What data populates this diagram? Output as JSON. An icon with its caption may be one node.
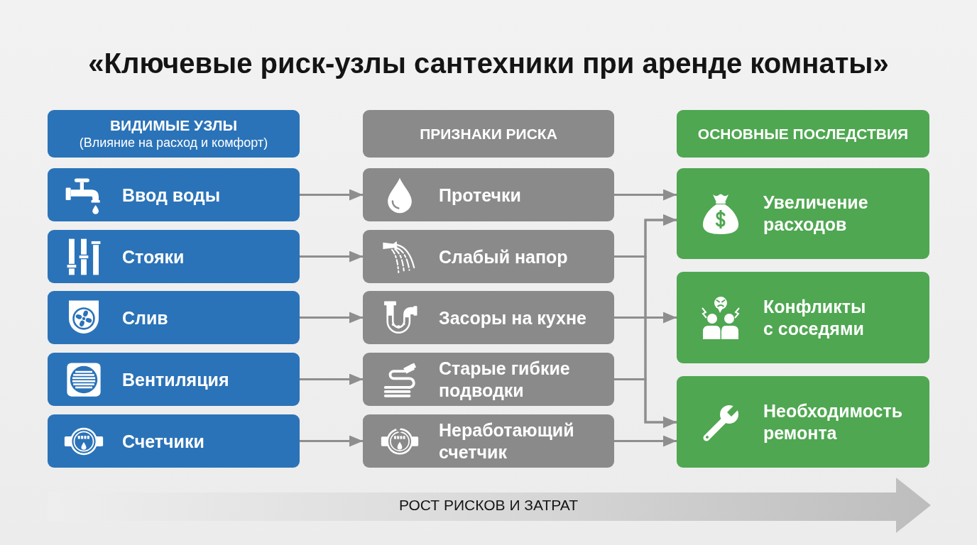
{
  "diagram": {
    "title": "«Ключевые риск-узлы сантехники при аренде комнаты»",
    "nodes": [
      {
        "text": [
          "ВИДИМЫЕ УЗЛЫ",
          "(Влияние на расход и комфорт)"
        ]
      },
      {
        "text": [
          "ПРИЗНАКИ РИСКА"
        ]
      },
      {
        "text": [
          "ОСНОВНЫЕ ПОСЛЕДСТВИЯ"
        ]
      },
      {
        "text": [
          "Ввод воды"
        ]
      },
      {
        "text": [
          "Стояки"
        ]
      },
      {
        "text": [
          "Слив"
        ]
      },
      {
        "text": [
          "Вентиляция"
        ]
      },
      {
        "text": [
          "Счетчики"
        ]
      },
      {
        "text": [
          "Протечки"
        ]
      },
      {
        "text": [
          "Слабый напор"
        ]
      },
      {
        "text": [
          "Засоры на кухне"
        ]
      },
      {
        "text": [
          "Старые гибкие подводки"
        ]
      },
      {
        "text": [
          "Неработающий счетчик"
        ]
      },
      {
        "text": [
          "Увеличение расходов"
        ]
      },
      {
        "text": [
          "Конфликты с соседями"
        ]
      },
      {
        "text": [
          "Необходимость ремонта"
        ]
      }
    ],
    "edges": [
      {
        "from": 3,
        "to": 8,
        "arrow": "to"
      },
      {
        "from": 4,
        "to": 9,
        "arrow": "to"
      },
      {
        "from": 5,
        "to": 10,
        "arrow": "to"
      },
      {
        "from": 6,
        "to": 11,
        "arrow": "to"
      },
      {
        "from": 7,
        "to": 12,
        "arrow": "to"
      },
      {
        "from": 8,
        "to": 13,
        "arrow": "to"
      },
      {
        "from": 9,
        "to": 13,
        "arrow": "to"
      },
      {
        "from": 9,
        "to": 15,
        "arrow": "to"
      },
      {
        "from": 10,
        "to": 14,
        "arrow": "to"
      },
      {
        "from": 11,
        "to": 13,
        "arrow": "to"
      },
      {
        "from": 11,
        "to": 15,
        "arrow": "to"
      },
      {
        "from": 12,
        "to": 15,
        "arrow": "to"
      }
    ],
    "labels": [
      "РОСТ РИСКОВ И ЗАТРАТ"
    ]
  }
}
